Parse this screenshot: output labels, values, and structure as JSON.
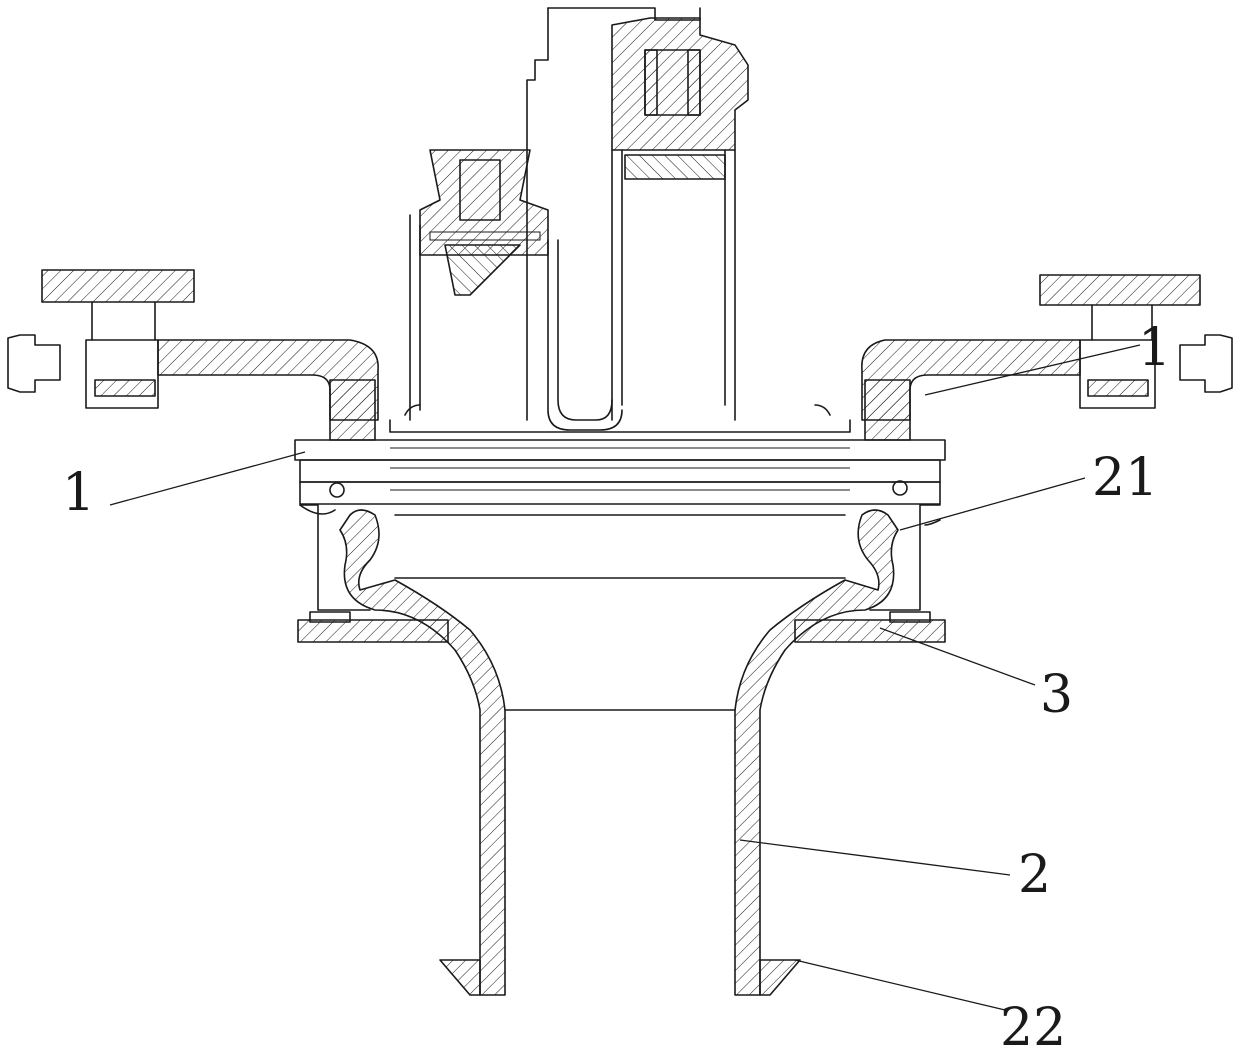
{
  "labels": {
    "ref_1_left": "1",
    "ref_1_right": "1",
    "ref_21": "21",
    "ref_3": "3",
    "ref_2": "2",
    "ref_22": "22"
  }
}
